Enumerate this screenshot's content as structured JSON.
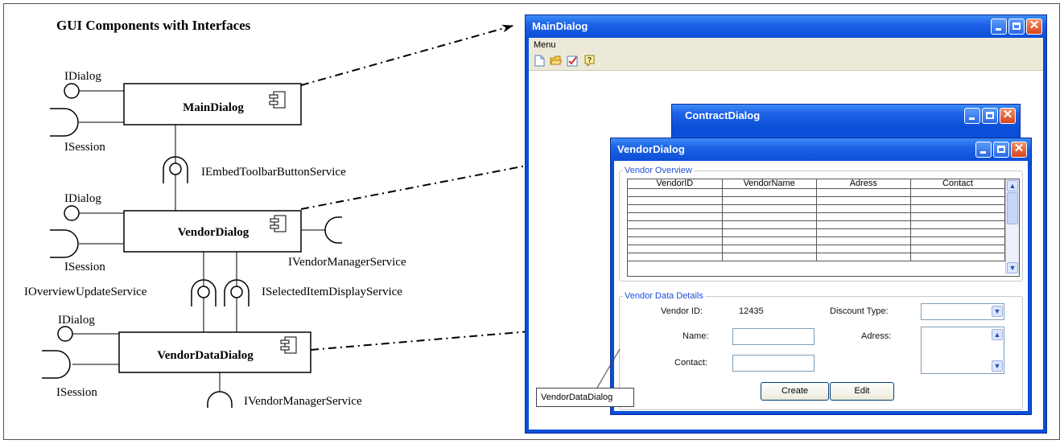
{
  "diagram": {
    "title": "GUI Components with Interfaces",
    "components": {
      "main": "MainDialog",
      "vendor": "VendorDialog",
      "vendordata": "VendorDataDialog"
    },
    "interfaces": {
      "idialog": "IDialog",
      "isession": "ISession",
      "embed_toolbar": "IEmbedToolbarButtonService",
      "vendor_manager": "IVendorManagerService",
      "overview_update": "IOverviewUpdateService",
      "selected_item": "ISelectedItemDisplayService"
    }
  },
  "windows": {
    "main": {
      "title": "MainDialog",
      "menu": "Menu",
      "toolbar_icons": [
        "new-document-icon",
        "open-folder-icon",
        "checklist-icon",
        "help-icon"
      ]
    },
    "contract": {
      "title": "ContractDialog"
    },
    "vendor": {
      "title": "VendorDialog",
      "overview_legend": "Vendor Overview",
      "columns": [
        "VendorID",
        "VendorName",
        "Adress",
        "Contact"
      ],
      "details_legend": "Vendor Data Details",
      "fields": {
        "vendor_id_label": "Vendor ID:",
        "vendor_id_value": "12435",
        "name_label": "Name:",
        "contact_label": "Contact:",
        "discount_label": "Discount Type:",
        "address_label": "Adress:"
      },
      "buttons": {
        "create": "Create",
        "edit": "Edit"
      },
      "callout": "VendorDataDialog"
    }
  },
  "colors": {
    "title_bar": "#1d62e6",
    "close_button": "#d8441a",
    "legend": "#1d4fd8"
  }
}
